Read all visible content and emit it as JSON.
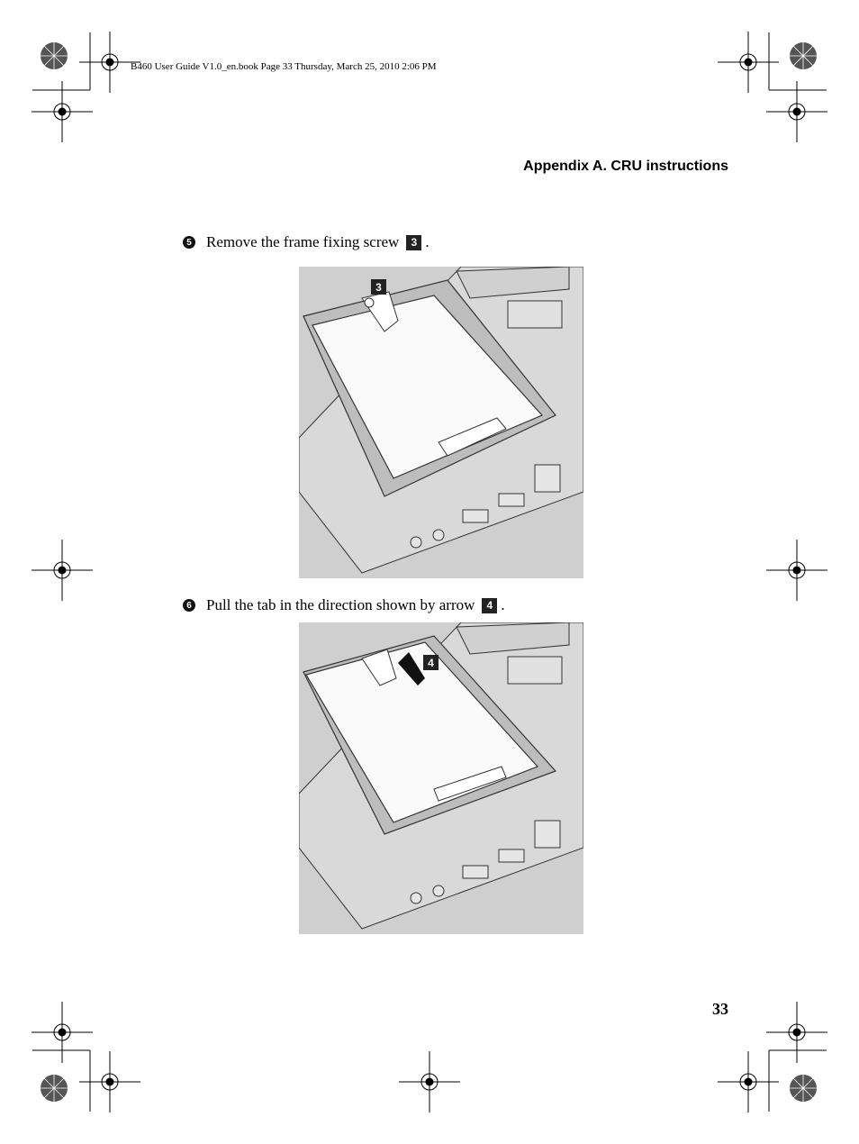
{
  "running_header": "B460 User Guide V1.0_en.book  Page 33  Thursday, March 25, 2010  2:06 PM",
  "section_title": "Appendix A. CRU instructions",
  "steps": [
    {
      "number": "5",
      "text": "Remove the frame fixing screw",
      "callout": "3",
      "trailing": "."
    },
    {
      "number": "6",
      "text": "Pull the tab in the direction shown by arrow",
      "callout": "4",
      "trailing": "."
    }
  ],
  "figures": [
    {
      "callout_label": "3"
    },
    {
      "callout_label": "4"
    }
  ],
  "page_number": "33"
}
